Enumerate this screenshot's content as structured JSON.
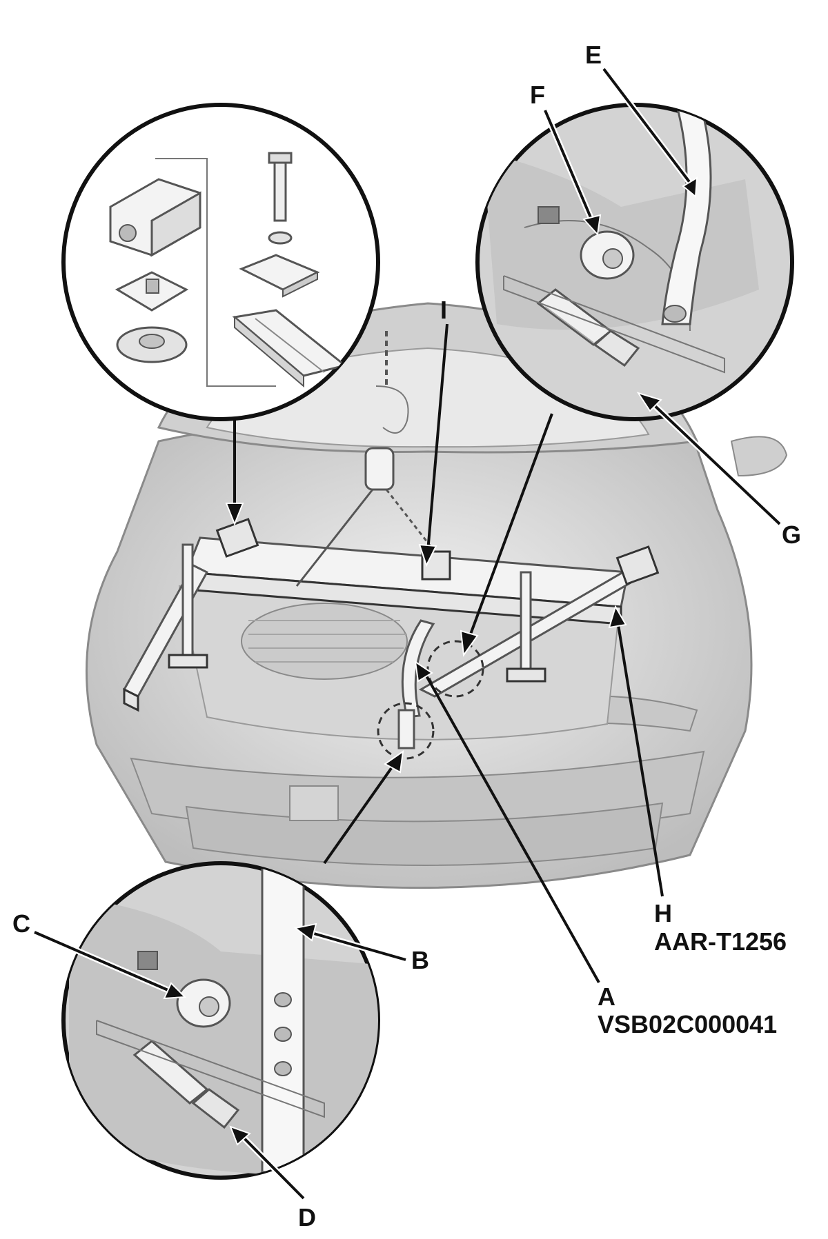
{
  "callouts": {
    "A": {
      "letter": "A",
      "part_number": "VSB02C000041"
    },
    "B": {
      "letter": "B"
    },
    "C": {
      "letter": "C"
    },
    "D": {
      "letter": "D"
    },
    "E": {
      "letter": "E"
    },
    "F": {
      "letter": "F"
    },
    "G": {
      "letter": "G"
    },
    "H": {
      "letter": "H",
      "part_number": "AAR-T1256"
    },
    "I": {
      "letter": "I"
    }
  },
  "colors": {
    "line": "#111111",
    "background": "#ffffff",
    "vehicle_gray": "#d9d9d9"
  }
}
